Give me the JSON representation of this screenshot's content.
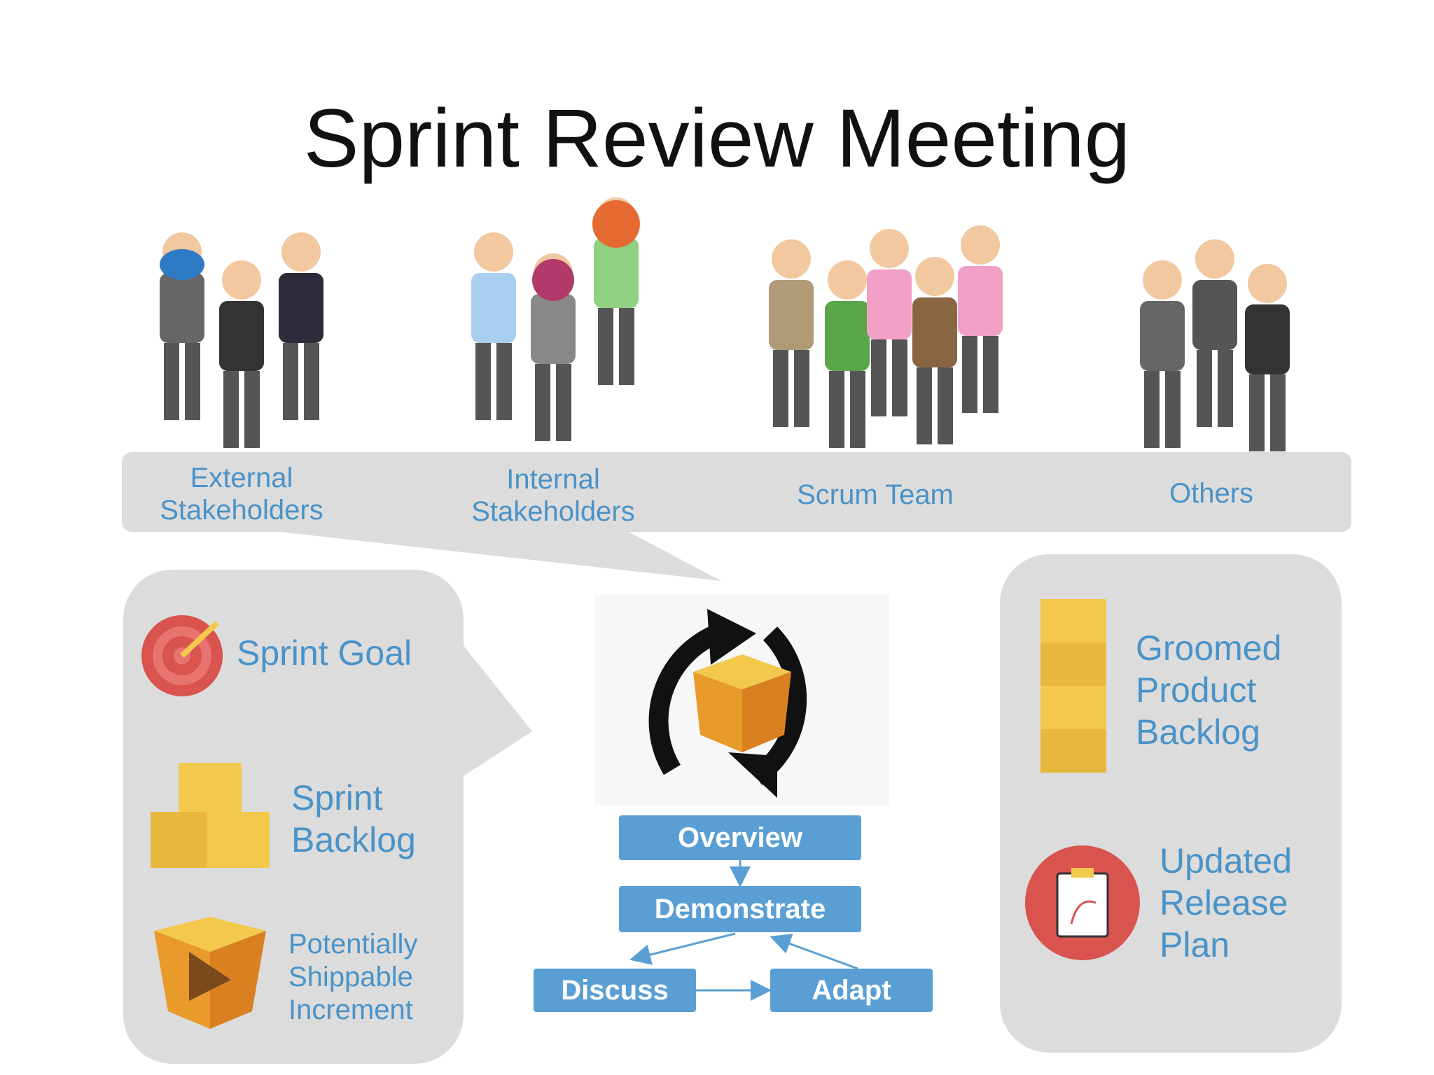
{
  "title": "Sprint Review Meeting",
  "groups": [
    {
      "label": "External\nStakeholders"
    },
    {
      "label": "Internal\nStakeholders"
    },
    {
      "label": "Scrum Team"
    },
    {
      "label": "Others"
    }
  ],
  "inputs": {
    "sprint_goal": "Sprint Goal",
    "sprint_backlog": "Sprint\nBacklog",
    "increment": "Potentially\nShippable\nIncrement"
  },
  "flow": {
    "overview": "Overview",
    "demonstrate": "Demonstrate",
    "discuss": "Discuss",
    "adapt": "Adapt"
  },
  "outputs": {
    "groomed_backlog": "Groomed\nProduct\nBacklog",
    "release_plan": "Updated\nRelease\nPlan"
  },
  "colors": {
    "accent_blue": "#4a93c8",
    "box_blue": "#5a9fd4",
    "panel_gray": "#dcdcdc",
    "target_red": "#d9534f",
    "box_yellow": "#f2c94c"
  }
}
